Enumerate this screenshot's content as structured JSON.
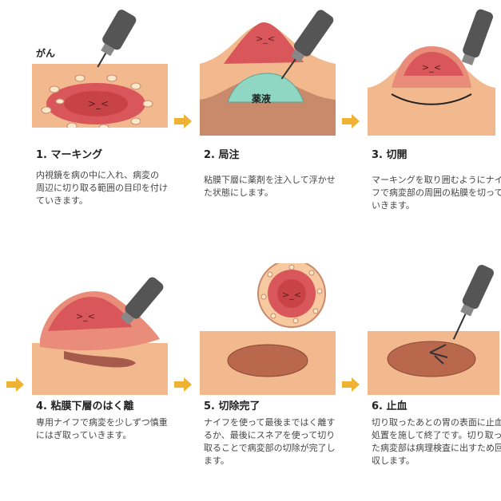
{
  "labels": {
    "cancer": "がん",
    "drug": "薬液"
  },
  "steps": [
    {
      "title": "1. マーキング",
      "desc": "内視鏡を病の中に入れ、病変の周辺に切り取る範囲の目印を付けていきます。"
    },
    {
      "title": "2. 局注",
      "desc": "粘膜下層に薬剤を注入して浮かせた状態にします。"
    },
    {
      "title": "3. 切開",
      "desc": "マーキングを取り囲むようにナイフで病変部の周囲の粘膜を切っていきます。"
    },
    {
      "title": "4. 粘膜下層のはく離",
      "desc": "専用ナイフで病変を少しずつ慎重にはぎ取っていきます。"
    },
    {
      "title": "5. 切除完了",
      "desc": "ナイフを使って最後まではく離するか、最後にスネアを使って切り取ることで病変部の切除が完了します。"
    },
    {
      "title": "6. 止血",
      "desc": "切り取ったあとの胃の表面に止血処置を施して終了です。切り取った病変部は病理検査に出すため回収します。"
    }
  ],
  "colors": {
    "tissue": "#f2b98f",
    "tissue_dark": "#c98a6c",
    "lesion": "#d9575a",
    "lesion_outer": "#e98d7a",
    "drug": "#8fd6c3",
    "arrow": "#f0b233",
    "instrument": "#555555"
  }
}
